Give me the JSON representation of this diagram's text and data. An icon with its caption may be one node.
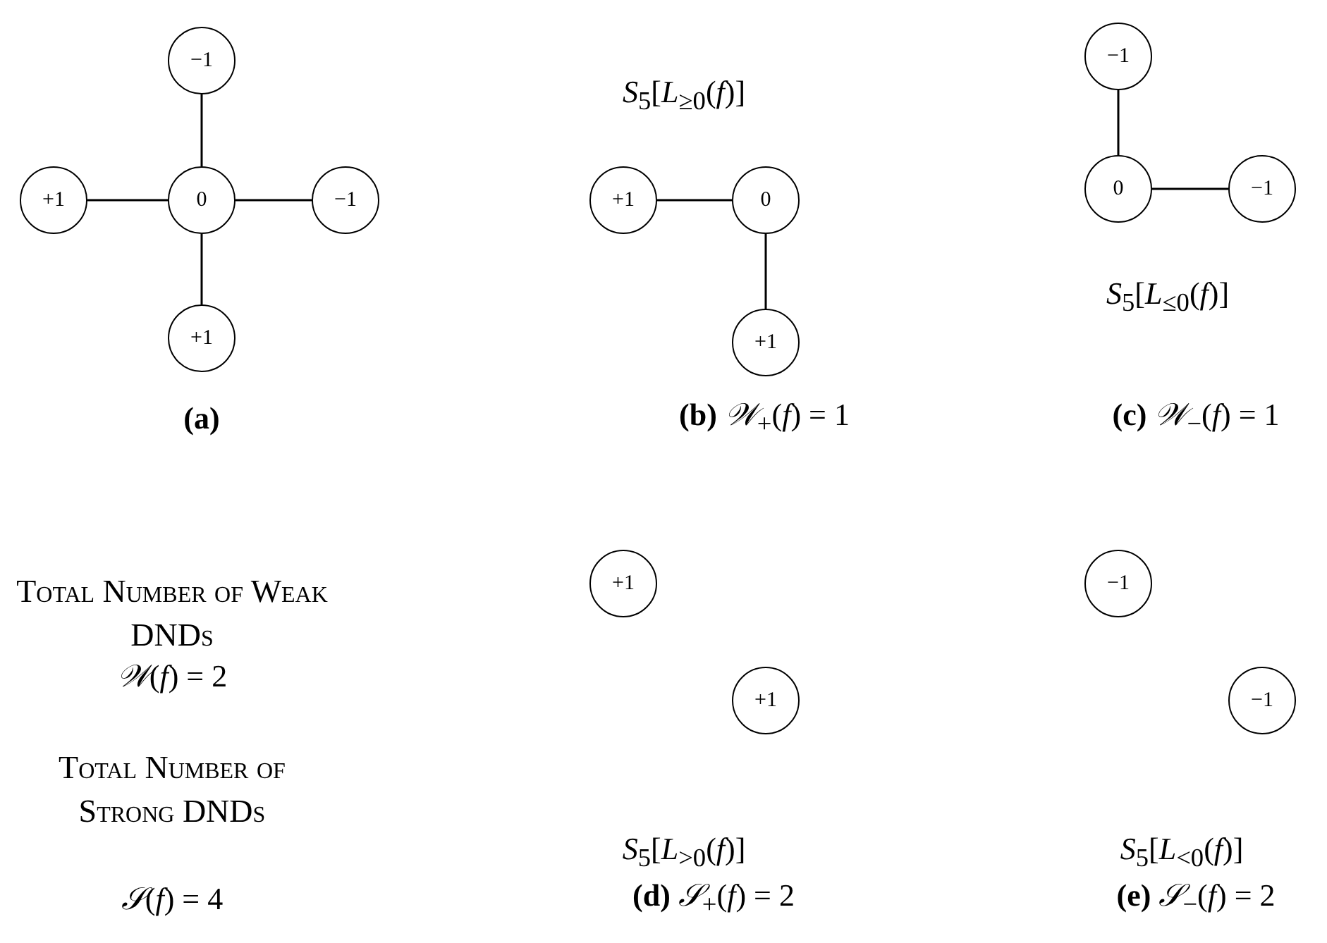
{
  "diagram": {
    "nodes": [
      {
        "text": [
          "−1"
        ]
      },
      {
        "text": [
          "+1"
        ]
      },
      {
        "text": [
          "0"
        ]
      },
      {
        "text": [
          "−1"
        ]
      },
      {
        "text": [
          "+1"
        ]
      },
      {
        "text": [
          "+1"
        ]
      },
      {
        "text": [
          "0"
        ]
      },
      {
        "text": [
          "+1"
        ]
      },
      {
        "text": [
          "−1"
        ]
      },
      {
        "text": [
          "0"
        ]
      },
      {
        "text": [
          "−1"
        ]
      },
      {
        "text": [
          "+1"
        ]
      },
      {
        "text": [
          "+1"
        ]
      },
      {
        "text": [
          "−1"
        ]
      },
      {
        "text": [
          "−1"
        ]
      }
    ],
    "edges": [
      {
        "from": 0,
        "to": 2,
        "arrow": "none"
      },
      {
        "from": 1,
        "to": 2,
        "arrow": "none"
      },
      {
        "from": 2,
        "to": 3,
        "arrow": "none"
      },
      {
        "from": 2,
        "to": 4,
        "arrow": "none"
      },
      {
        "from": 5,
        "to": 6,
        "arrow": "none"
      },
      {
        "from": 6,
        "to": 7,
        "arrow": "none"
      },
      {
        "from": 8,
        "to": 9,
        "arrow": "none"
      },
      {
        "from": 9,
        "to": 10,
        "arrow": "none"
      }
    ],
    "labels": [
      "*S*$_{5}$[*L*$_{≥0}$(*f*)]",
      "*S*$_{5}$[*L*$_{≤0}$(*f*)]",
      "**(a)**",
      "**(b)** *𝒲*$_{+}$(*f*) = 1",
      "**(c)** *𝒲*$_{−}$(*f*) = 1",
      "Total Number of Weak DNDs",
      "*𝒲*(*f*) = 2",
      "Total Number of Strong DNDs",
      "*𝒮*(*f*) = 4",
      "*S*$_{5}$[*L*$_{>0}$(*f*)]",
      "*S*$_{5}$[*L*$_{<0}$(*f*)]",
      "**(d)** *𝒮*$_{+}$(*f*) = 2",
      "**(e)** *𝒮*$_{−}$(*f*) = 2"
    ]
  }
}
